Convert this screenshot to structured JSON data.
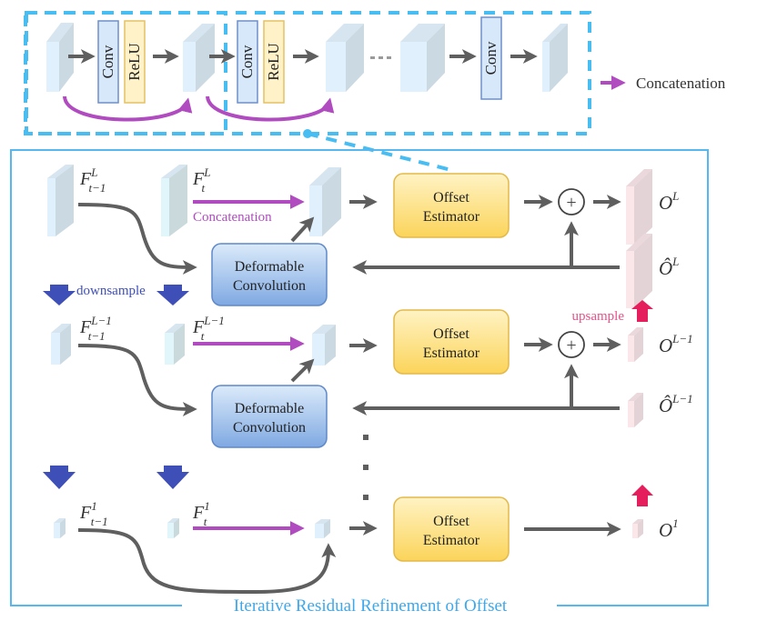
{
  "colors": {
    "border_blue": "#55b8f0",
    "dashed_blue": "#48bdf2",
    "arrow_gray": "#5f5f5f",
    "concat_purple": "#b04cc0",
    "downsample_blue": "#3f4fb8",
    "upsample_pink": "#e51f5e",
    "offset_box_top": "#fff3c4",
    "offset_box_bottom": "#fbd45a",
    "offset_box_border": "#e3b94a",
    "deform_box_top": "#dbeafa",
    "deform_box_bottom": "#7fa9e2",
    "deform_box_border": "#5f89c8",
    "conv_fill": "#d8e8fb",
    "conv_border": "#6f8fc8",
    "relu_fill": "#fff2c8",
    "relu_border": "#e4c165",
    "feature_front": "#e0f0fc",
    "feature_side": "#cad9e2",
    "offset_front": "#fbe7ea",
    "offset_side": "#e3d2d6"
  },
  "inset": {
    "blocks": [
      "Conv",
      "ReLU",
      "Conv",
      "ReLU",
      "Conv"
    ],
    "ellipsis": "···"
  },
  "legend": {
    "concatenation_label": "Concatenation"
  },
  "main": {
    "title": "Iterative Residual Refinement of Offset",
    "concat_label": "Concatenation",
    "downsample_label": "downsample",
    "upsample_label": "upsample",
    "offset_estimator_line1": "Offset",
    "offset_estimator_line2": "Estimator",
    "deformable_line1": "Deformable",
    "deformable_line2": "Convolution",
    "plus_symbol": "+",
    "levels": [
      {
        "prev_feature": {
          "base": "F",
          "sup": "L",
          "sub": "t−1"
        },
        "cur_feature": {
          "base": "F",
          "sup": "L",
          "sub": "t"
        },
        "offset": {
          "base": "O",
          "sup": "L"
        },
        "upsampled_offset": {
          "base": "Ô",
          "sup": "L"
        }
      },
      {
        "prev_feature": {
          "base": "F",
          "sup": "L−1",
          "sub": "t−1"
        },
        "cur_feature": {
          "base": "F",
          "sup": "L−1",
          "sub": "t"
        },
        "offset": {
          "base": "O",
          "sup": "L−1"
        },
        "upsampled_offset": {
          "base": "Ô",
          "sup": "L−1"
        }
      },
      {
        "prev_feature": {
          "base": "F",
          "sup": "1",
          "sub": "t−1"
        },
        "cur_feature": {
          "base": "F",
          "sup": "1",
          "sub": "t"
        },
        "offset": {
          "base": "O",
          "sup": "1"
        }
      }
    ]
  }
}
